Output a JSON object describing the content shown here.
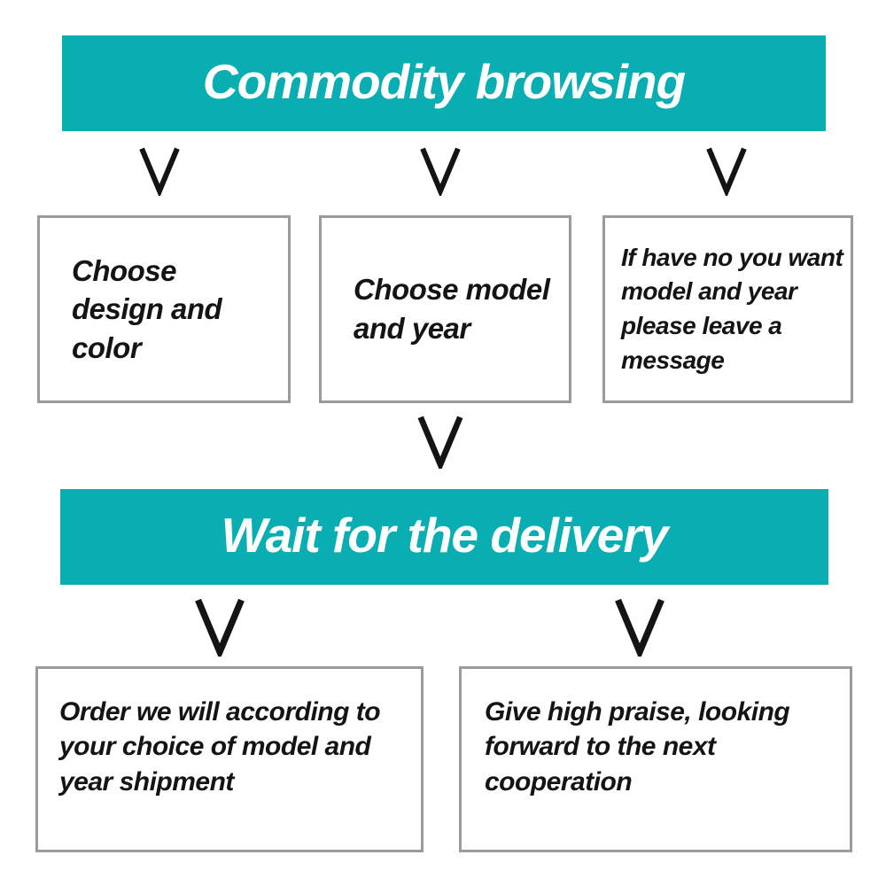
{
  "diagram": {
    "top_banner": {
      "label": "Commodity browsing"
    },
    "step1_boxes": [
      {
        "text": "Choose design and color"
      },
      {
        "text": "Choose model and year"
      },
      {
        "text": "If have no you want model and year please leave a message"
      }
    ],
    "middle_banner": {
      "label": "Wait for the delivery"
    },
    "step2_boxes": [
      {
        "text": "Order we will according to your choice of model and year shipment"
      },
      {
        "text": "Give high praise, looking forward to the next cooperation"
      }
    ]
  },
  "icons": {
    "flow_arrow": "down-chevron-v"
  },
  "colors": {
    "banner_background": "#09aeb3",
    "banner_text": "#ffffff",
    "box_border": "#9b9b9b",
    "text": "#141414",
    "arrow": "#141414",
    "page_background": "#ffffff"
  }
}
